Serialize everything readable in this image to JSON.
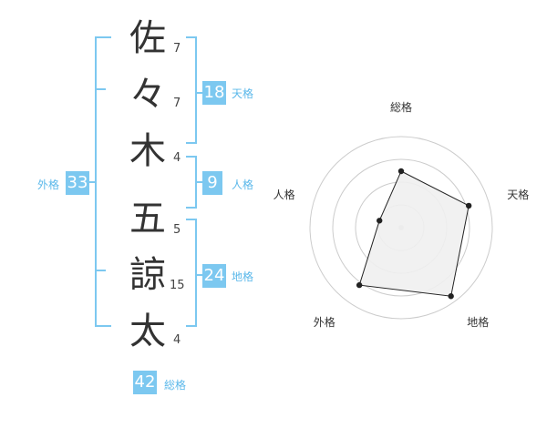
{
  "name": {
    "chars": [
      {
        "char": "佐",
        "strokes": "7"
      },
      {
        "char": "々",
        "strokes": "7"
      },
      {
        "char": "木",
        "strokes": "4"
      },
      {
        "char": "五",
        "strokes": "5"
      },
      {
        "char": "諒",
        "strokes": "15"
      },
      {
        "char": "太",
        "strokes": "4"
      }
    ]
  },
  "scores": {
    "tenkaku": {
      "value": "18",
      "label": "天格"
    },
    "jinkaku": {
      "value": "9",
      "label": "人格"
    },
    "chikaku": {
      "value": "24",
      "label": "地格"
    },
    "gaikaku": {
      "value": "33",
      "label": "外格"
    },
    "soukaku": {
      "value": "42",
      "label": "総格"
    }
  },
  "chart_data": {
    "type": "radar",
    "axes": [
      "総格",
      "天格",
      "地格",
      "外格",
      "人格"
    ],
    "values": [
      0.62,
      0.78,
      0.93,
      0.78,
      0.25
    ],
    "range": [
      0,
      1
    ],
    "rings": 4,
    "fill_color": "#f0f0f0",
    "line_color": "#222222",
    "ring_color": "#cccccc"
  },
  "colors": {
    "accent": "#7cc8f0"
  }
}
